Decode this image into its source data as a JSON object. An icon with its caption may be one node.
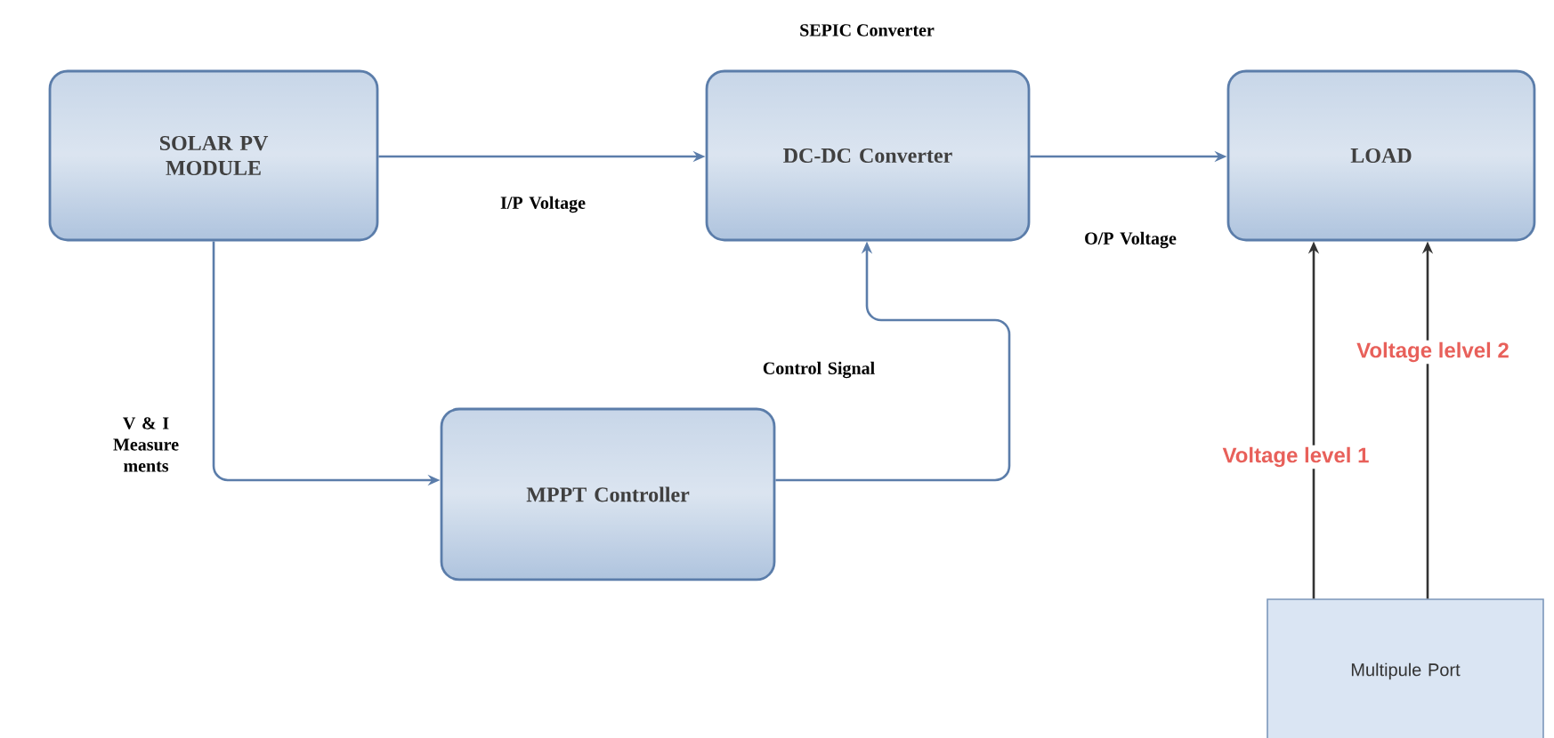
{
  "diagram": {
    "nodes": [
      {
        "text": [
          "SOLAR PV MODULE"
        ]
      },
      {
        "text": [
          "DC-DC Converter"
        ],
        "beside": [
          "SEPIC Converter"
        ]
      },
      {
        "text": [
          "LOAD"
        ]
      },
      {
        "text": [
          "MPPT Controller"
        ]
      },
      {
        "text": [
          "Multipule Port"
        ]
      }
    ],
    "edges": [
      {
        "from": 0,
        "to": 1,
        "arrow": "to",
        "label": "I/P Voltage"
      },
      {
        "from": 1,
        "to": 2,
        "arrow": "to",
        "label": "O/P Voltage"
      },
      {
        "from": 0,
        "to": 3,
        "arrow": "to",
        "label": "V & I Measure ments"
      },
      {
        "from": 3,
        "to": 1,
        "arrow": "to",
        "label": "Control Signal"
      },
      {
        "from": 4,
        "to": 2,
        "arrow": "to",
        "label": "Voltage level 1",
        "color": "#333333"
      },
      {
        "from": 4,
        "to": 2,
        "arrow": "to",
        "label": "Voltage lelvel 2",
        "color": "#333333"
      }
    ]
  }
}
